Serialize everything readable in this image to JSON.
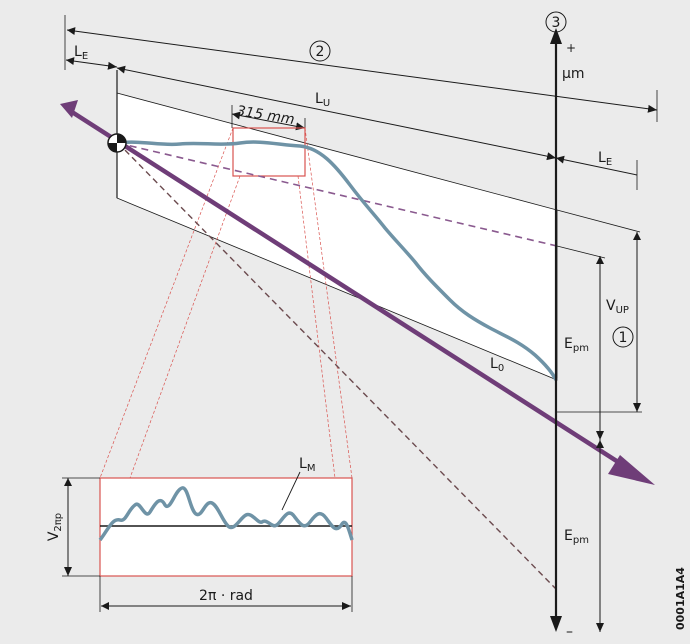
{
  "labels": {
    "le_top": "L",
    "le_top_sub": "E",
    "le_right": "L",
    "le_right_sub": "E",
    "lu": "L",
    "lu_sub": "U",
    "lo": "L",
    "lo_sub": "0",
    "lm": "L",
    "lm_sub": "M",
    "length_315": "315 mm",
    "unit_um": "µm",
    "plus": "+",
    "minus": "–",
    "vup": "V",
    "vup_sub": "UP",
    "epm_upper": "E",
    "epm_upper_sub": "pm",
    "epm_lower": "E",
    "epm_lower_sub": "pm",
    "v2pip": "V",
    "v2pip_sub": "2πp",
    "two_pi_rad": "2π · rad",
    "circle_1": "1",
    "circle_2": "2",
    "circle_3": "3",
    "code": "0001A1A4"
  },
  "colors": {
    "background": "#ebebeb",
    "white_panel": "#ffffff",
    "line_dark": "#1a1a1a",
    "trace_blue": "#6f93a6",
    "purple": "#6f3d78",
    "purple_dashed": "#8a5a8f",
    "brown_dashed": "#6b4a4e",
    "red_box": "#d9534f"
  }
}
